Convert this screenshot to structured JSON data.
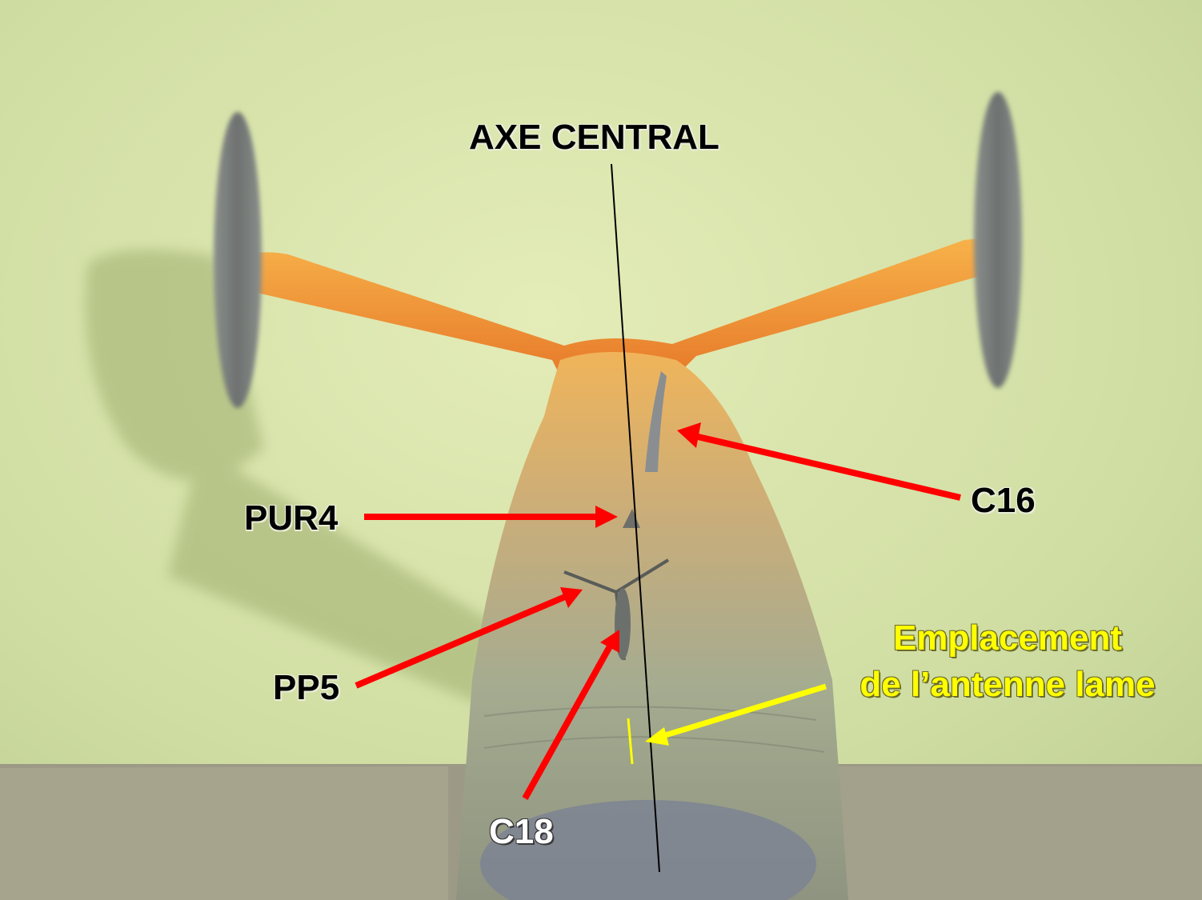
{
  "labels": {
    "axis": "AXE CENTRAL",
    "c16": "C16",
    "pur4": "PUR4",
    "pp5": "PP5",
    "c18": "C18",
    "antenna_line1": "Emplacement",
    "antenna_line2": "de l’antenne lame"
  },
  "colors": {
    "arrow_red": "#ff0000",
    "arrow_yellow": "#ffff00",
    "background": "#d6e3a6",
    "tailplane": "#f39a3a",
    "fuselage": "#9aa58a"
  }
}
